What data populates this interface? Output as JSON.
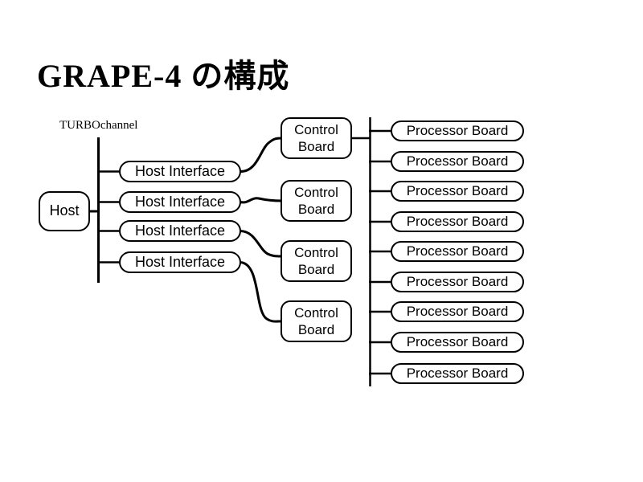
{
  "slide": {
    "title": "GRAPE-4 の構成"
  },
  "diagram": {
    "bus_label": "TURBOchannel",
    "host": {
      "label": "Host"
    },
    "host_interfaces": [
      {
        "label": "Host Interface"
      },
      {
        "label": "Host Interface"
      },
      {
        "label": "Host Interface"
      },
      {
        "label": "Host Interface"
      }
    ],
    "control_boards": [
      {
        "label": "Control Board"
      },
      {
        "label": "Control Board"
      },
      {
        "label": "Control Board"
      },
      {
        "label": "Control Board"
      }
    ],
    "processor_boards": [
      {
        "label": "Processor Board"
      },
      {
        "label": "Processor Board"
      },
      {
        "label": "Processor Board"
      },
      {
        "label": "Processor Board"
      },
      {
        "label": "Processor Board"
      },
      {
        "label": "Processor Board"
      },
      {
        "label": "Processor Board"
      },
      {
        "label": "Processor Board"
      },
      {
        "label": "Processor Board"
      }
    ],
    "colors": {
      "line": "#000000",
      "background": "#ffffff"
    }
  }
}
